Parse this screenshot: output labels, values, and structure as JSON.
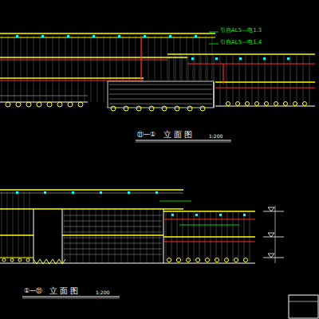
{
  "diagram": {
    "labels": [
      "引自AL5—电1.3",
      "引自AL5—电1.4",
      "⑪—①",
      "立 面 图",
      "1:200",
      "①—⑪",
      "立 面 图",
      "1:200"
    ]
  }
}
